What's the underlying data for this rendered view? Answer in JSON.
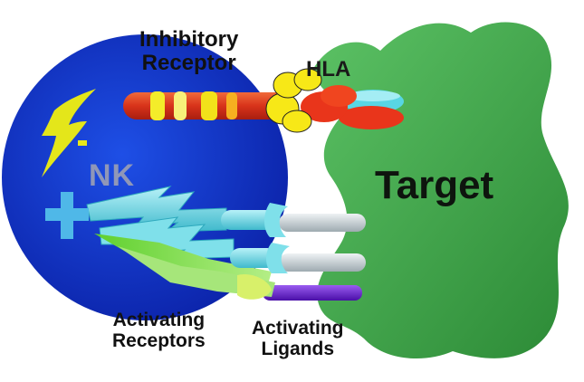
{
  "diagram": {
    "labels": {
      "inhibitory_receptor_line1": "Inhibitory",
      "inhibitory_receptor_line2": "Receptor",
      "hla": "HLA",
      "nk": "NK",
      "target": "Target",
      "activating_receptors_line1": "Activating",
      "activating_receptors_line2": "Receptors",
      "activating_ligands_line1": "Activating",
      "activating_ligands_line2": "Ligands"
    },
    "signs": {
      "inhibitory": "-",
      "activating": "+"
    },
    "colors": {
      "nk_cell": "#1134c8",
      "target_cell": "#3fa84a",
      "inhibitory_receptor_band": "#e0421c",
      "receptor_yellow": "#f2e21a",
      "hla_cyan": "#58d6e4",
      "activating_receptor_cyan": "#6fd9e6",
      "activating_receptor_green": "#7ddc3a",
      "ligand_grey": "#c9d2d6",
      "ligand_purple": "#6a1ccf",
      "plus_sign": "#4fb8e8",
      "minus_sign": "#e8e81a"
    }
  }
}
